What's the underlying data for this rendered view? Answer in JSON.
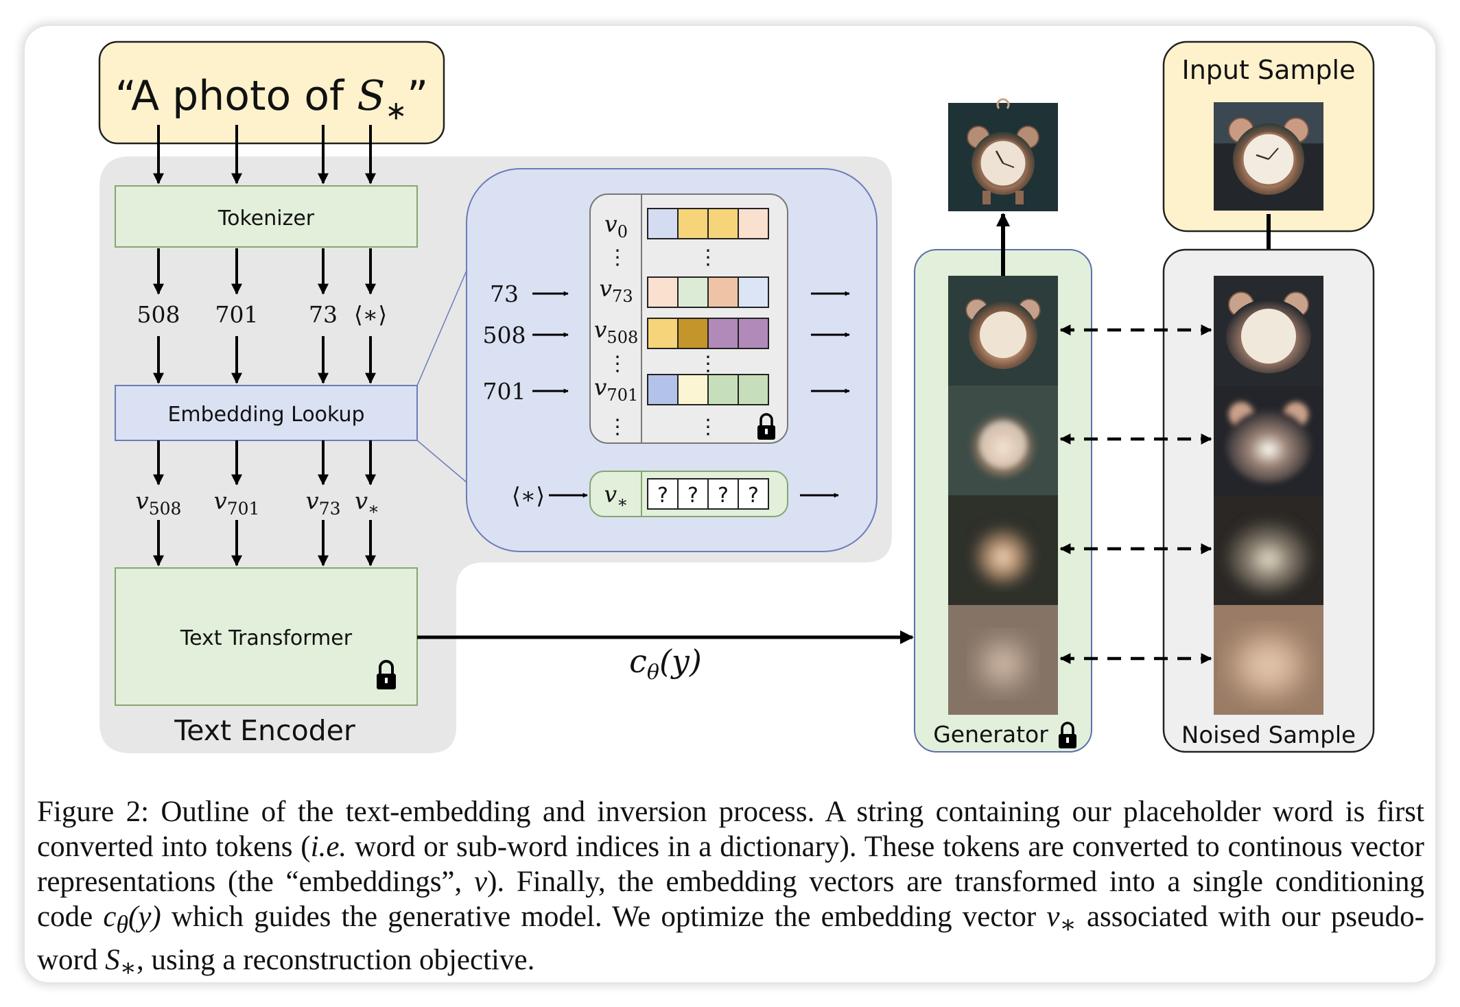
{
  "prompt": {
    "text_prefix": "“A photo of ",
    "symbol": "S",
    "subscript": "∗",
    "text_suffix": "”"
  },
  "text_encoder": {
    "title": "Text Encoder",
    "tokenizer_label": "Tokenizer",
    "embedding_lookup_label": "Embedding Lookup",
    "text_transformer_label": "Text Transformer",
    "token_ids": [
      "508",
      "701",
      "73",
      "⟨∗⟩"
    ],
    "embedding_vectors": [
      {
        "sym": "v",
        "sub": "508"
      },
      {
        "sym": "v",
        "sub": "701"
      },
      {
        "sym": "v",
        "sub": "73"
      },
      {
        "sym": "v",
        "sub": "∗"
      }
    ]
  },
  "lookup_table": {
    "rows": [
      {
        "sym": "v",
        "sub": "0",
        "input": "",
        "colors": [
          "#d4dcf1",
          "#f6d47a",
          "#f6d47a",
          "#f9e0cf"
        ]
      },
      {
        "sym": "v",
        "sub": "73",
        "input": "73",
        "colors": [
          "#f9e0cf",
          "#dcebd6",
          "#efc3a6",
          "#dbe5f5"
        ]
      },
      {
        "sym": "v",
        "sub": "508",
        "input": "508",
        "colors": [
          "#f6d47a",
          "#c4952b",
          "#b18aba",
          "#b18aba"
        ]
      },
      {
        "sym": "v",
        "sub": "701",
        "input": "701",
        "colors": [
          "#b2c2e8",
          "#fcf5d4",
          "#c6dfba",
          "#c6dfba"
        ]
      }
    ],
    "placeholder_input": "⟨∗⟩",
    "placeholder_row": {
      "sym": "v",
      "sub": "∗",
      "cells": [
        "?",
        "?",
        "?",
        "?"
      ]
    },
    "ellipsis": "⋮"
  },
  "conditioning_label": {
    "sym": "c",
    "sub": "θ",
    "arg": "(y)"
  },
  "generator": {
    "label": "Generator",
    "frame_count": 4
  },
  "input_sample": {
    "label": "Input Sample"
  },
  "noised_sample": {
    "label": "Noised Sample",
    "frame_count": 4
  },
  "icons": [
    "lock-icon",
    "alarm-clock-image"
  ],
  "colors": {
    "prompt_fill": "#fdf2cc",
    "encoder_fill": "#e7e7e7",
    "tokenizer_fill": "#e2efdb",
    "lookup_fill": "#dae1f3",
    "generator_fill": "#e2efdb",
    "noised_fill": "#efefef"
  },
  "caption": {
    "p1": "Figure 2: Outline of the text-embedding and inversion process. A string containing our placeholder word is first converted into tokens (",
    "ie": "i.e.",
    "p2": " word or sub-word indices in a dictionary). These tokens are converted to continous vector representations (the “embeddings”, ",
    "v": "v",
    "p3": "). Finally, the embedding vectors are transformed into a single conditioning code ",
    "c": "c",
    "theta": "θ",
    "y": "(y)",
    "p4": " which guides the generative model. We optimize the embedding vector ",
    "v2": "v",
    "star": "∗",
    "p5": " associated with our pseudo-word ",
    "s": "S",
    "star2": "∗",
    "p6": ", using a reconstruction objective."
  }
}
